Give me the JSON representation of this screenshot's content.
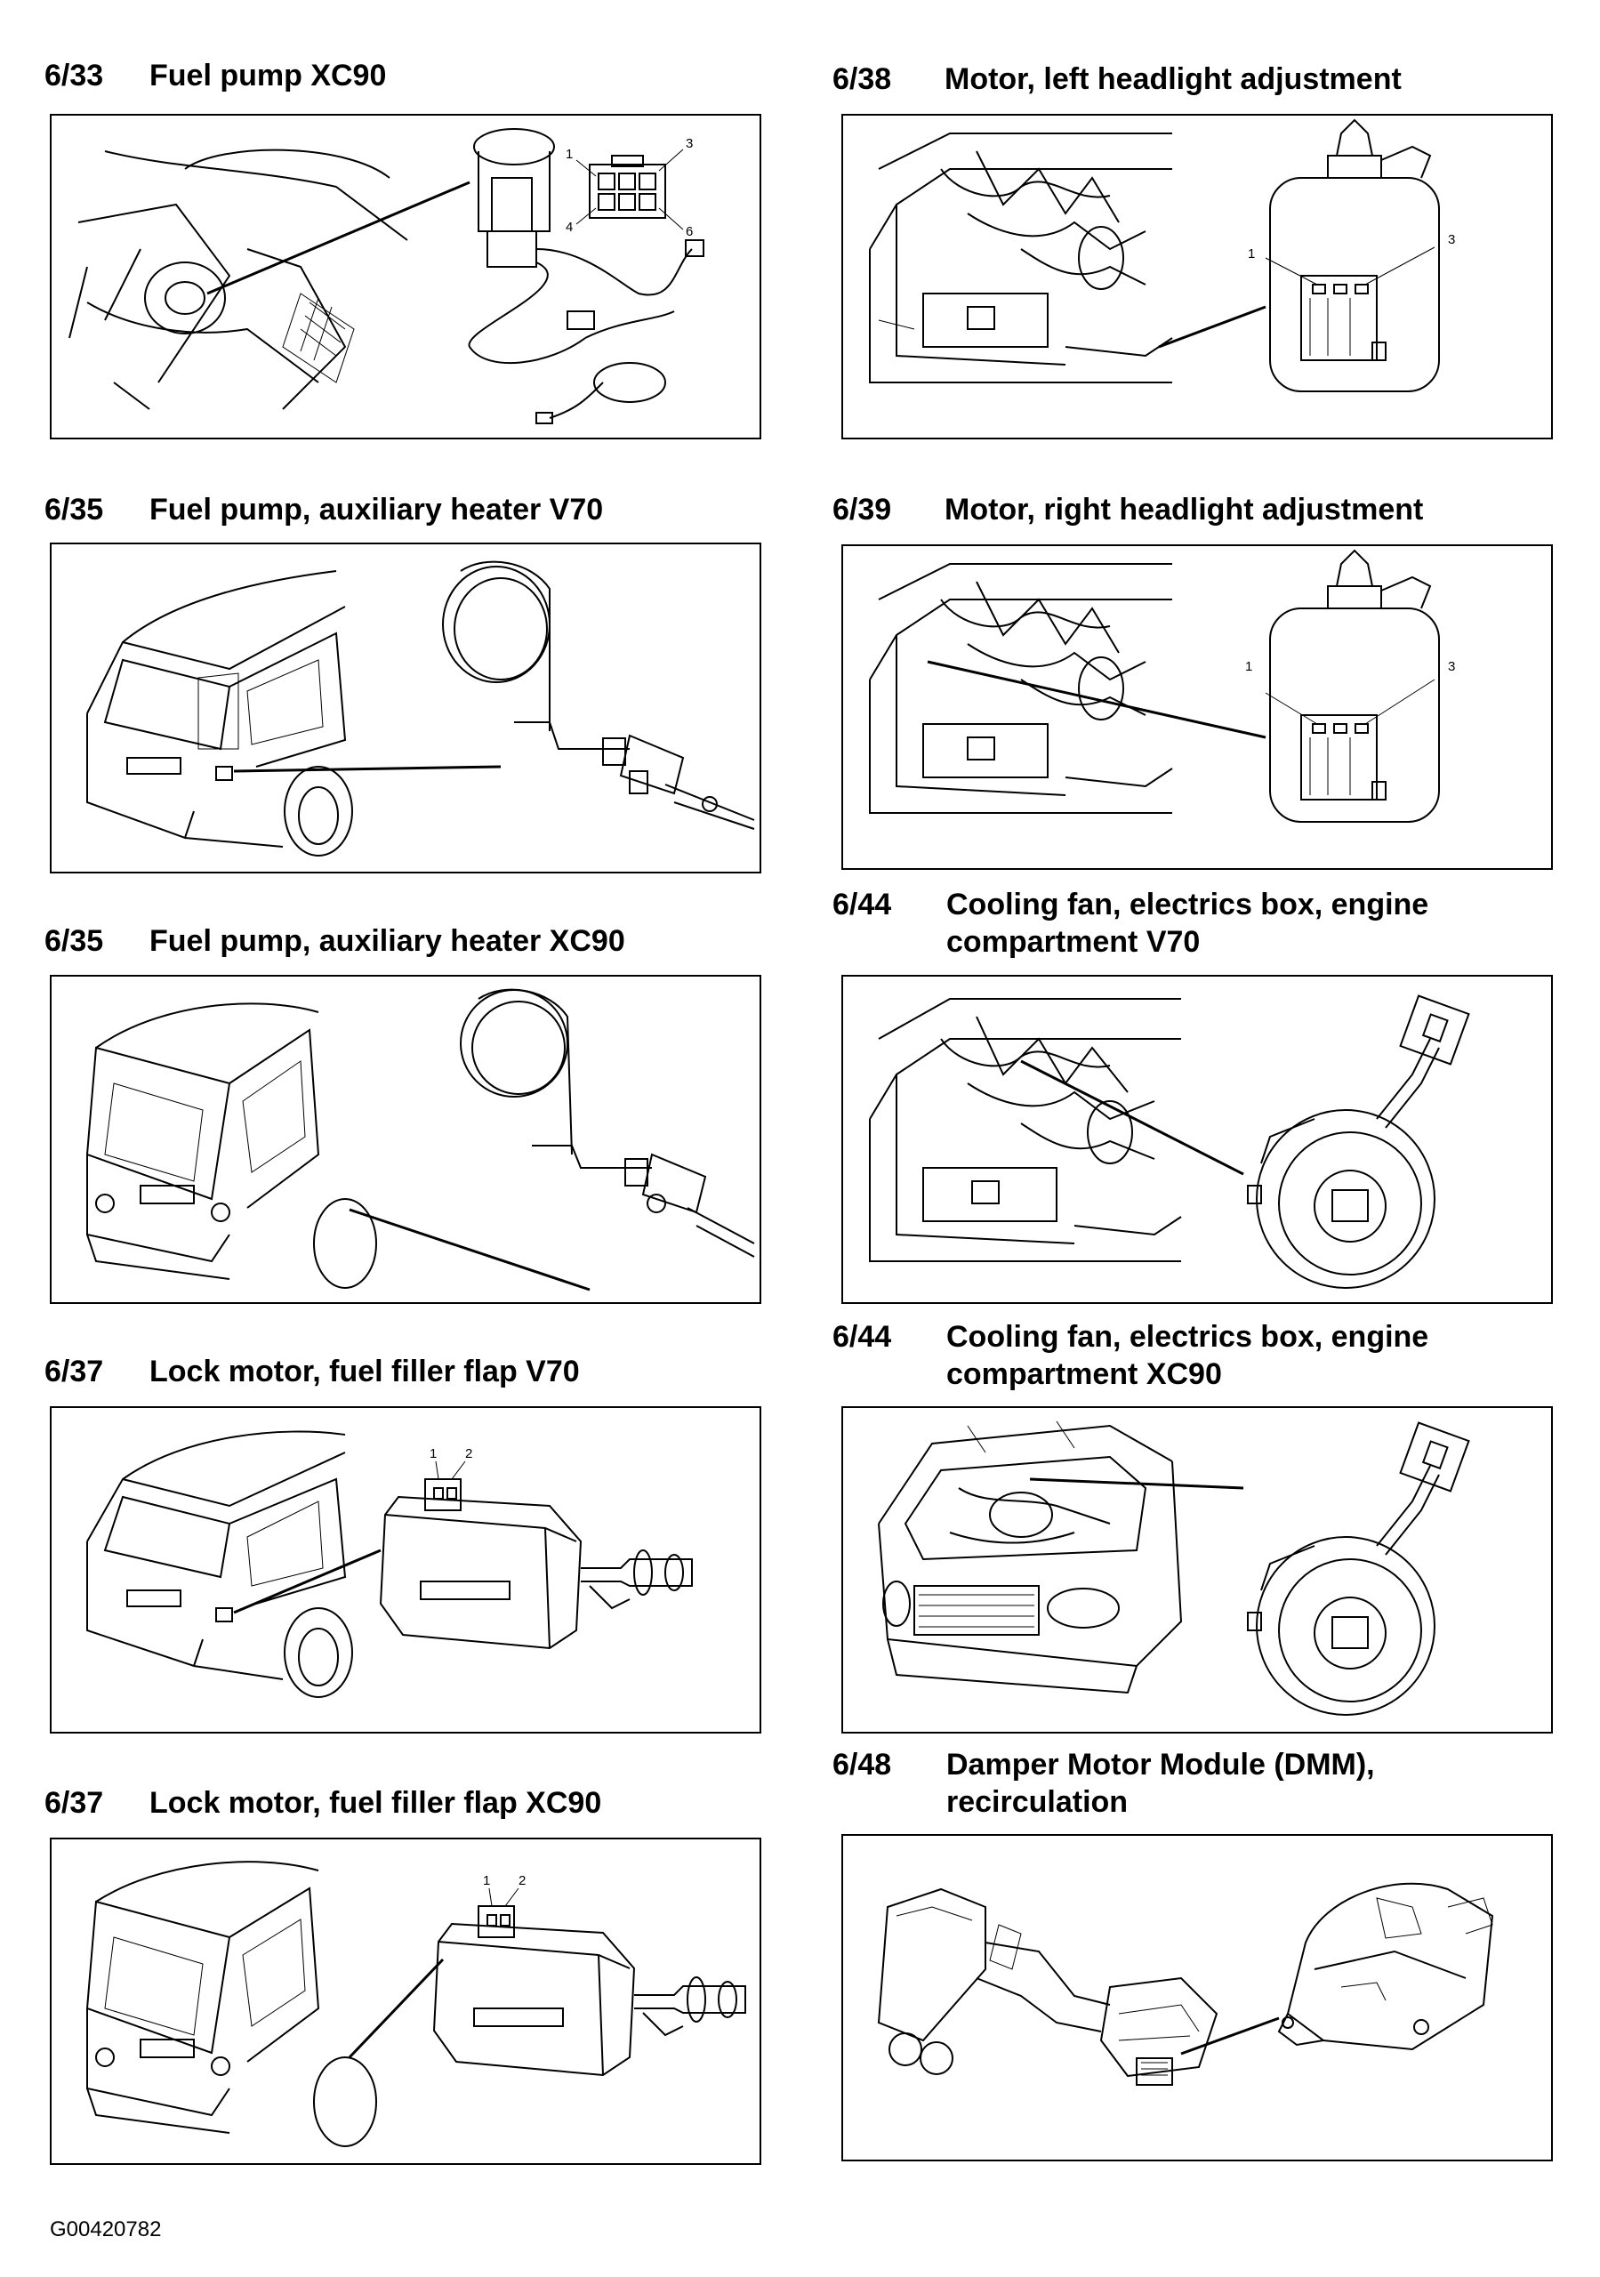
{
  "sections": [
    {
      "code": "6/33",
      "title": "Fuel pump XC90",
      "connector_pins": [
        "1",
        "3",
        "4",
        "6"
      ]
    },
    {
      "code": "6/35",
      "title": "Fuel pump, auxiliary heater V70"
    },
    {
      "code": "6/35",
      "title": "Fuel pump, auxiliary heater XC90"
    },
    {
      "code": "6/37",
      "title": "Lock motor, fuel filler flap V70",
      "connector_pins": [
        "1",
        "2"
      ]
    },
    {
      "code": "6/37",
      "title": "Lock motor, fuel filler flap XC90",
      "connector_pins": [
        "1",
        "2"
      ]
    },
    {
      "code": "6/38",
      "title": "Motor, left headlight adjustment",
      "connector_pins": [
        "1",
        "3"
      ]
    },
    {
      "code": "6/39",
      "title": "Motor, right headlight adjustment",
      "connector_pins": [
        "1",
        "3"
      ]
    },
    {
      "code": "6/44",
      "title_lines": [
        "Cooling fan, electrics box, engine",
        "compartment V70"
      ]
    },
    {
      "code": "6/44",
      "title_lines": [
        "Cooling fan, electrics box, engine",
        "compartment XC90"
      ]
    },
    {
      "code": "6/48",
      "title_lines": [
        "Damper Motor Module (DMM),",
        "recirculation"
      ]
    }
  ],
  "footer": {
    "figure_id": "G00420782"
  }
}
